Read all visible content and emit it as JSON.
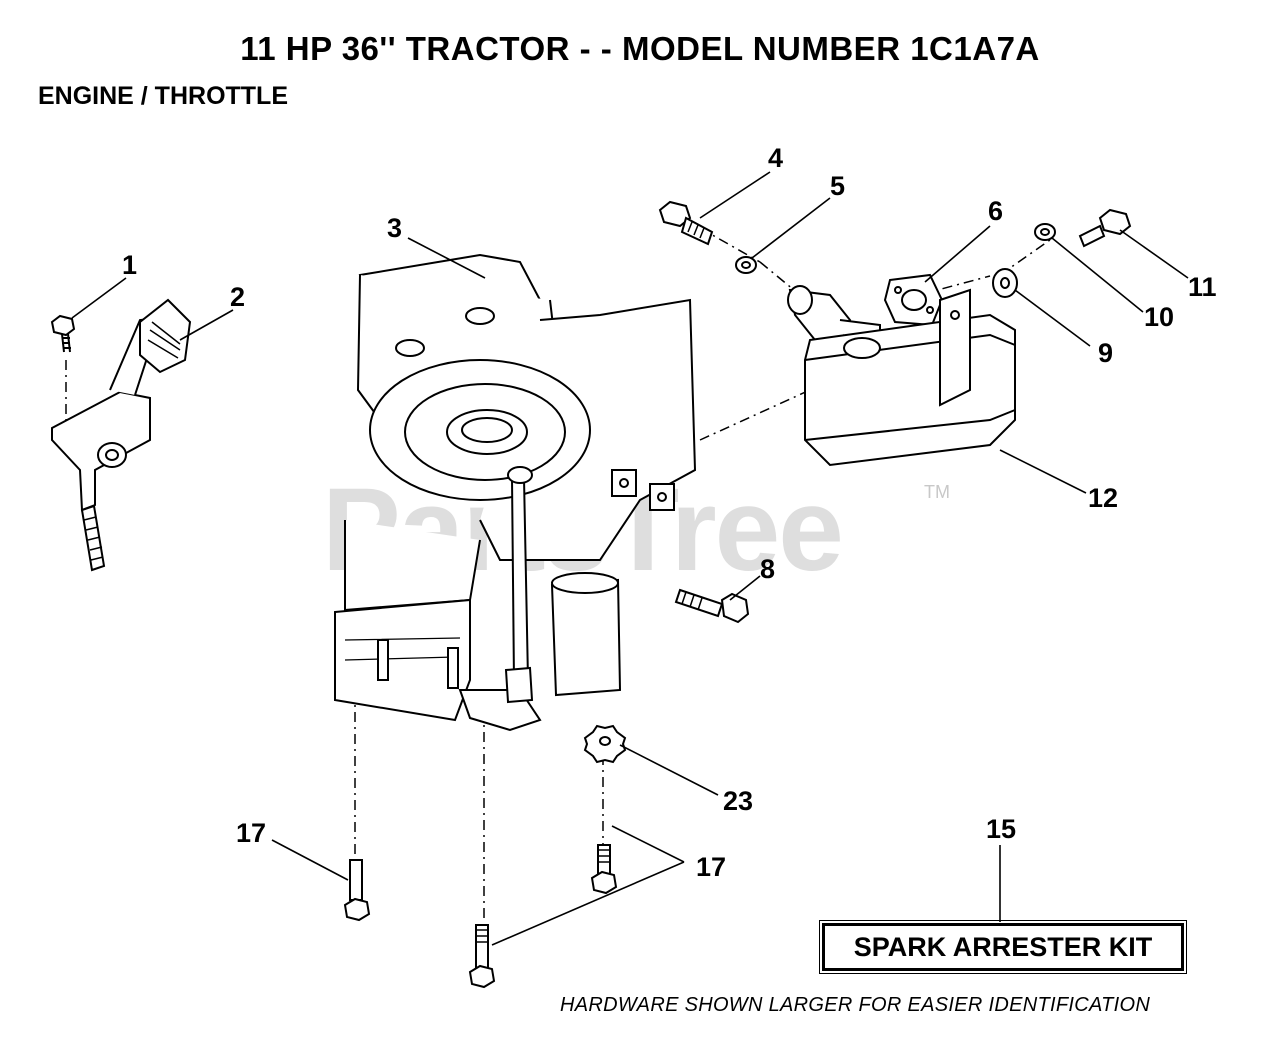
{
  "header": {
    "title": "11 HP 36'' TRACTOR - - MODEL NUMBER 1C1A7A",
    "subtitle": "ENGINE / THROTTLE"
  },
  "watermark": {
    "text": "PartsTree",
    "trademark": "TM"
  },
  "callouts": {
    "c1": "1",
    "c2": "2",
    "c3": "3",
    "c4": "4",
    "c5": "5",
    "c6": "6",
    "c8": "8",
    "c9": "9",
    "c10": "10",
    "c11": "11",
    "c12": "12",
    "c15": "15",
    "c17a": "17",
    "c17b": "17",
    "c23": "23"
  },
  "kit": {
    "label": "SPARK ARRESTER KIT"
  },
  "footer": {
    "note": "HARDWARE SHOWN LARGER FOR EASIER IDENTIFICATION"
  }
}
